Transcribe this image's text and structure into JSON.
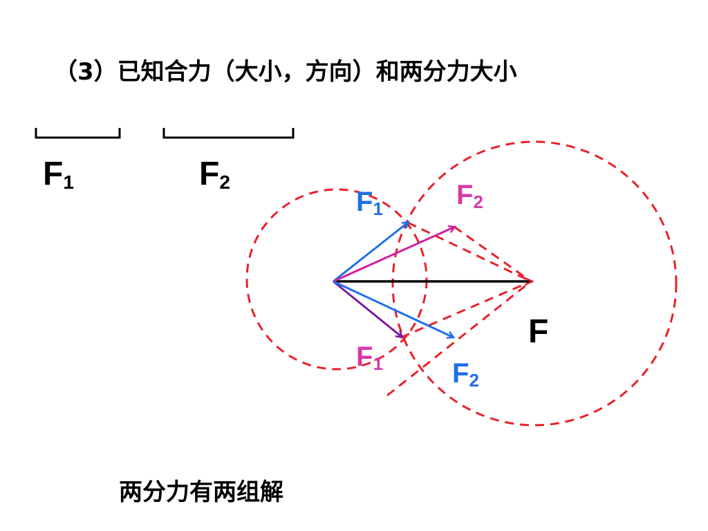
{
  "slide": {
    "title": "（3）已知合力（大小，方向）和两分力大小",
    "caption": "两分力有两组解"
  },
  "legend": {
    "f1": {
      "base": "F",
      "sub": "1"
    },
    "f2": {
      "base": "F",
      "sub": "2"
    }
  },
  "diagram_labels": {
    "f1_upper": {
      "base": "F",
      "sub": "1"
    },
    "f2_upper": {
      "base": "F",
      "sub": "2"
    },
    "f1_lower": {
      "base": "F",
      "sub": "1"
    },
    "f2_lower": {
      "base": "F",
      "sub": "2"
    },
    "resultant": {
      "base": "F"
    }
  },
  "colors": {
    "circle": "#e8202a",
    "f1_upper": "#1e6fe8",
    "f2_upper": "#d21ea0",
    "f1_lower": "#7b1a9e",
    "f2_lower": "#1e6fe8",
    "label_blue": "#1e6fe8",
    "label_magenta": "#d63aa8",
    "resultant": "#000000"
  }
}
